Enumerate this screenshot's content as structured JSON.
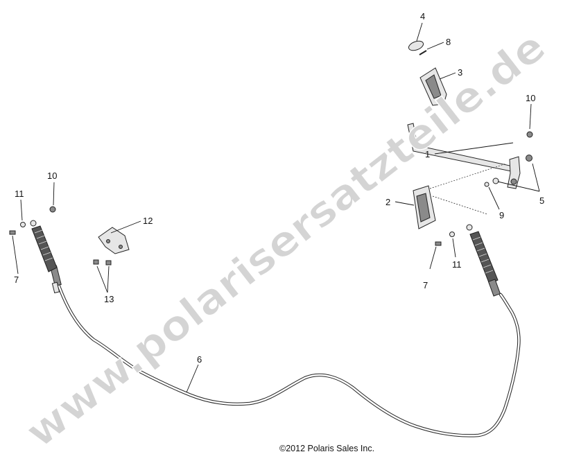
{
  "diagram": {
    "callouts": {
      "c1": "1",
      "c2": "2",
      "c3": "3",
      "c4": "4",
      "c5": "5",
      "c6": "6",
      "c7a": "7",
      "c7b": "7",
      "c8": "8",
      "c9": "9",
      "c10a": "10",
      "c10b": "10",
      "c11a": "11",
      "c11b": "11",
      "c12": "12",
      "c13": "13"
    },
    "copyright": "©2012 Polaris Sales Inc."
  },
  "watermark": {
    "text": "www.polarisersatzteile.de",
    "color": "#d4d4d4"
  }
}
